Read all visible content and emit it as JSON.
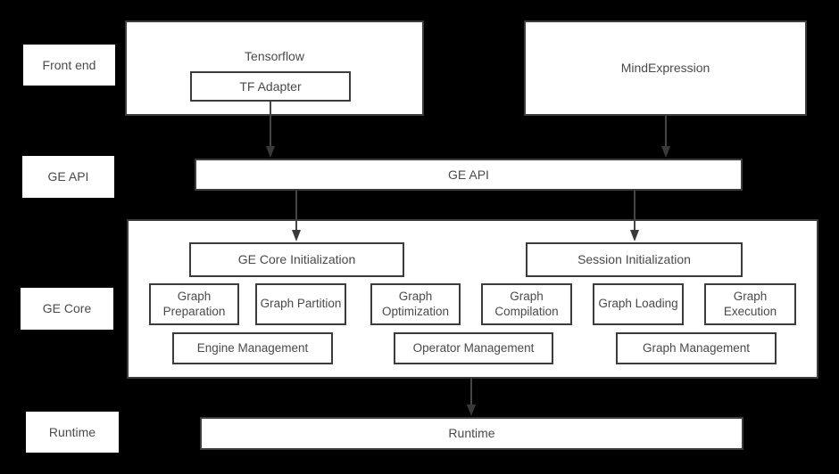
{
  "rail": {
    "front_end": "Front end",
    "ge_api": "GE API",
    "ge_core": "GE Core",
    "runtime": "Runtime"
  },
  "front_end": {
    "tensorflow_label": "Tensorflow",
    "tf_adapter_label": "TF Adapter",
    "mindexpression_label": "MindExpression"
  },
  "ge_api": {
    "label": "GE API"
  },
  "ge_core": {
    "ge_core_init_label": "GE Core Initialization",
    "session_init_label": "Session Initialization",
    "stages": [
      "Graph Preparation",
      "Graph Partition",
      "Graph Optimization",
      "Graph Compilation",
      "Graph Loading",
      "Graph Execution"
    ],
    "management": [
      "Engine Management",
      "Operator Management",
      "Graph Management"
    ]
  },
  "runtime": {
    "label": "Runtime"
  },
  "colors": {
    "background": "#000000",
    "box_fill": "#ffffff",
    "box_border": "#3c3c3c",
    "text": "#4a4a4a",
    "arrow": "#454545"
  }
}
